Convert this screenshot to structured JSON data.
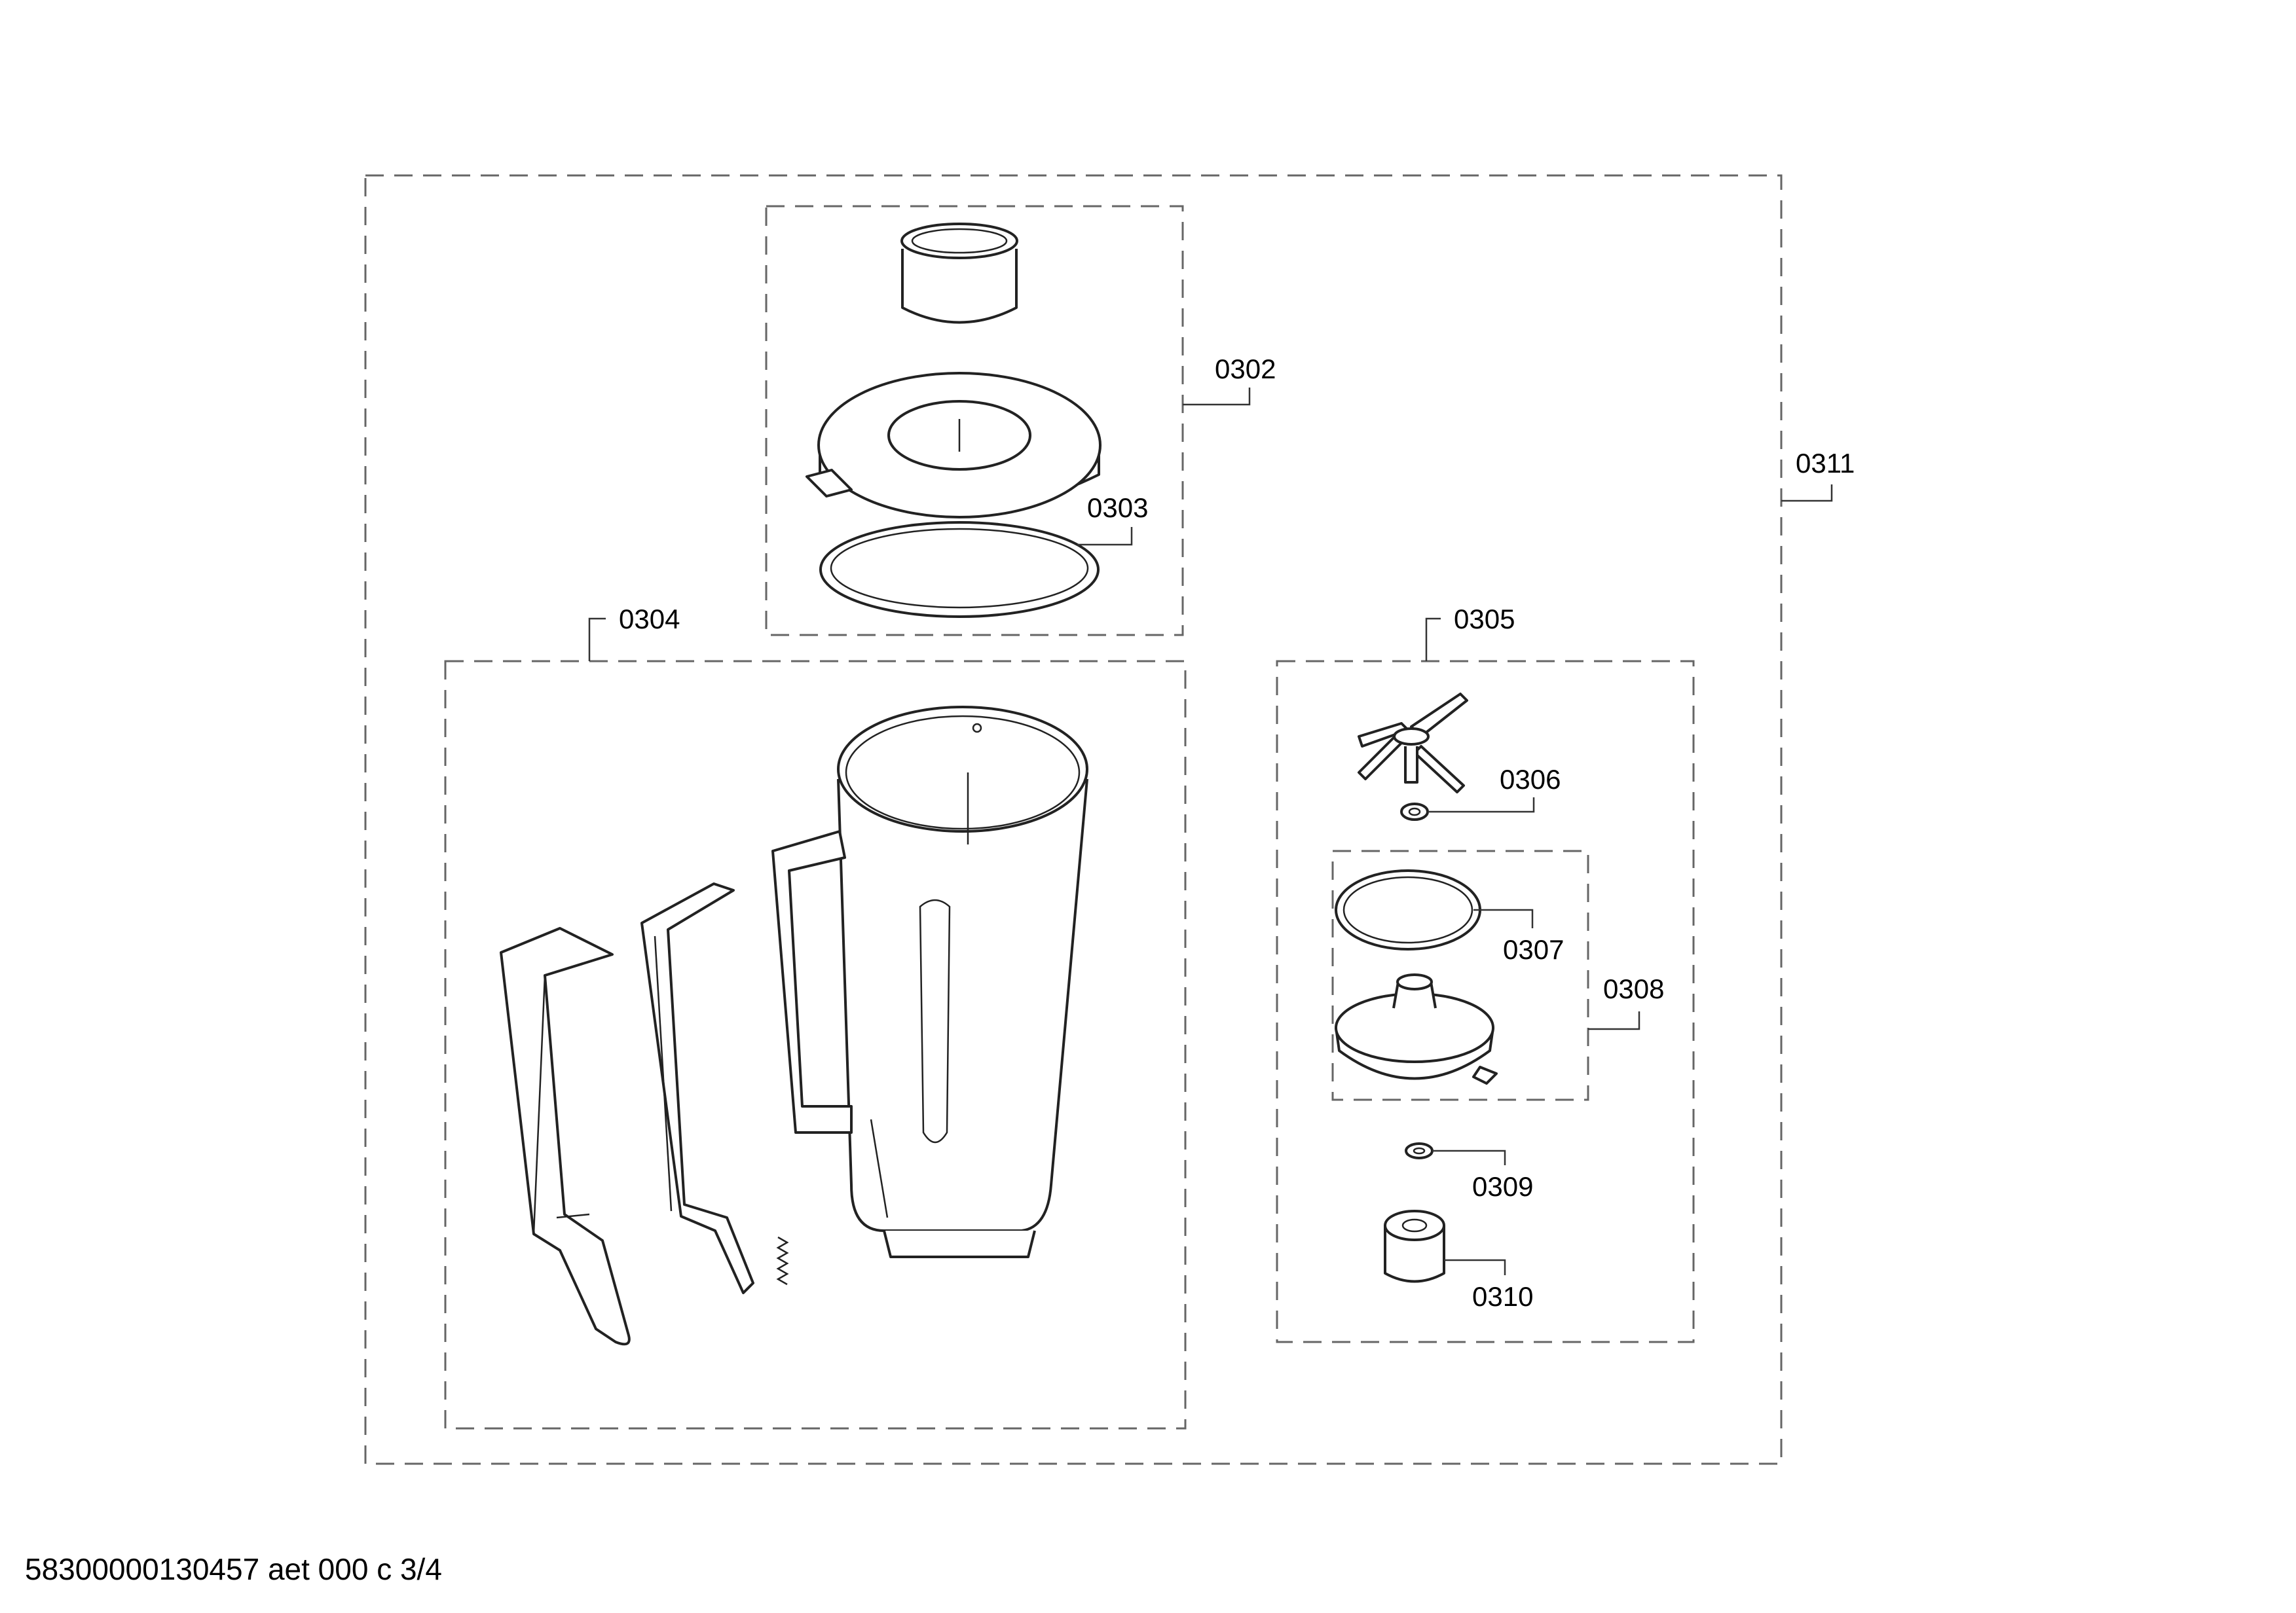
{
  "labels": {
    "l0302": "0302",
    "l0303": "0303",
    "l0304": "0304",
    "l0305": "0305",
    "l0306": "0306",
    "l0307": "0307",
    "l0308": "0308",
    "l0309": "0309",
    "l0310": "0310",
    "l0311": "0311"
  },
  "footer": "58300000130457 aet 000 c 3/4"
}
